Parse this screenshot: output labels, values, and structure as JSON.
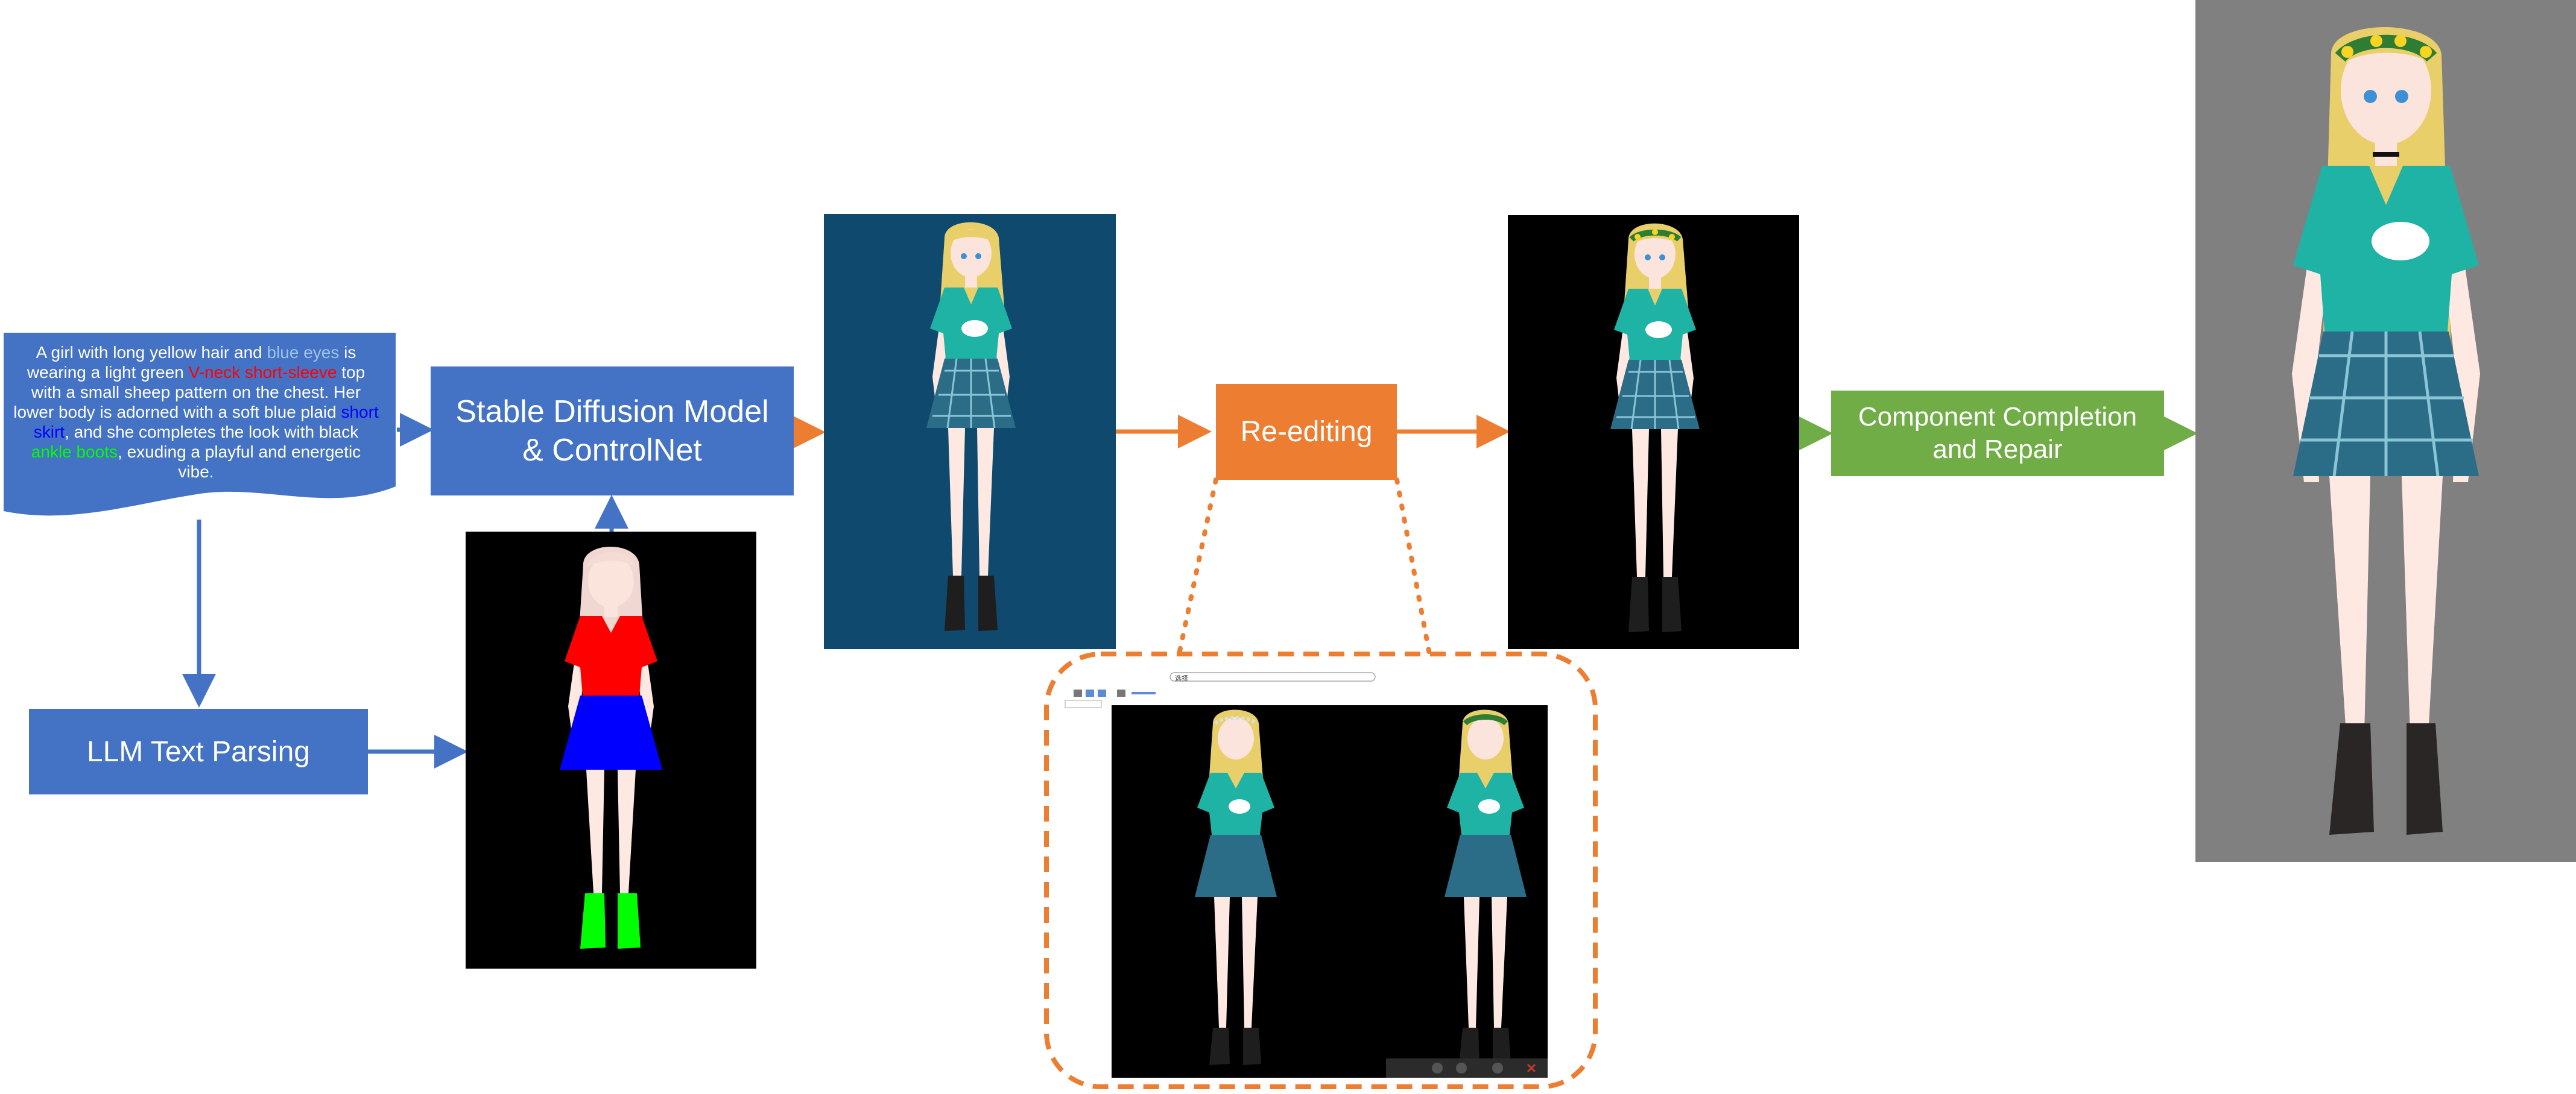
{
  "prompt": {
    "p1": "A girl with long yellow hair and ",
    "h1": "blue eyes",
    "p2": " is wearing a light green ",
    "h2": "V-neck short-sleeve",
    "p3": " top with a small sheep pattern on the chest. Her lower body is adorned with a soft blue plaid ",
    "h3": "short skirt",
    "p4": ", and she completes the look with black ",
    "h4": "ankle boots",
    "p5": ", exuding a playful and energetic vibe."
  },
  "nodes": {
    "stable_diffusion_line1": "Stable Diffusion Model",
    "stable_diffusion_line2": "& ControlNet",
    "llm_parsing": "LLM Text Parsing",
    "reediting": "Re-editing",
    "completion_line1": "Component Completion",
    "completion_line2": "and Repair"
  },
  "editor": {
    "prompt_field": "选择"
  },
  "colors": {
    "blue_node": "#4472c4",
    "orange_node": "#ed7d31",
    "green_node": "#70ad47",
    "generated_bg": "#0f4a6e",
    "final_bg": "#808080",
    "hair": "#e8cf6a",
    "shirt": "#1fb3a6",
    "skirt": "#2b6c86",
    "mask_shirt": "#ff0000",
    "mask_skirt": "#0000ff",
    "mask_boots": "#00ff00"
  }
}
